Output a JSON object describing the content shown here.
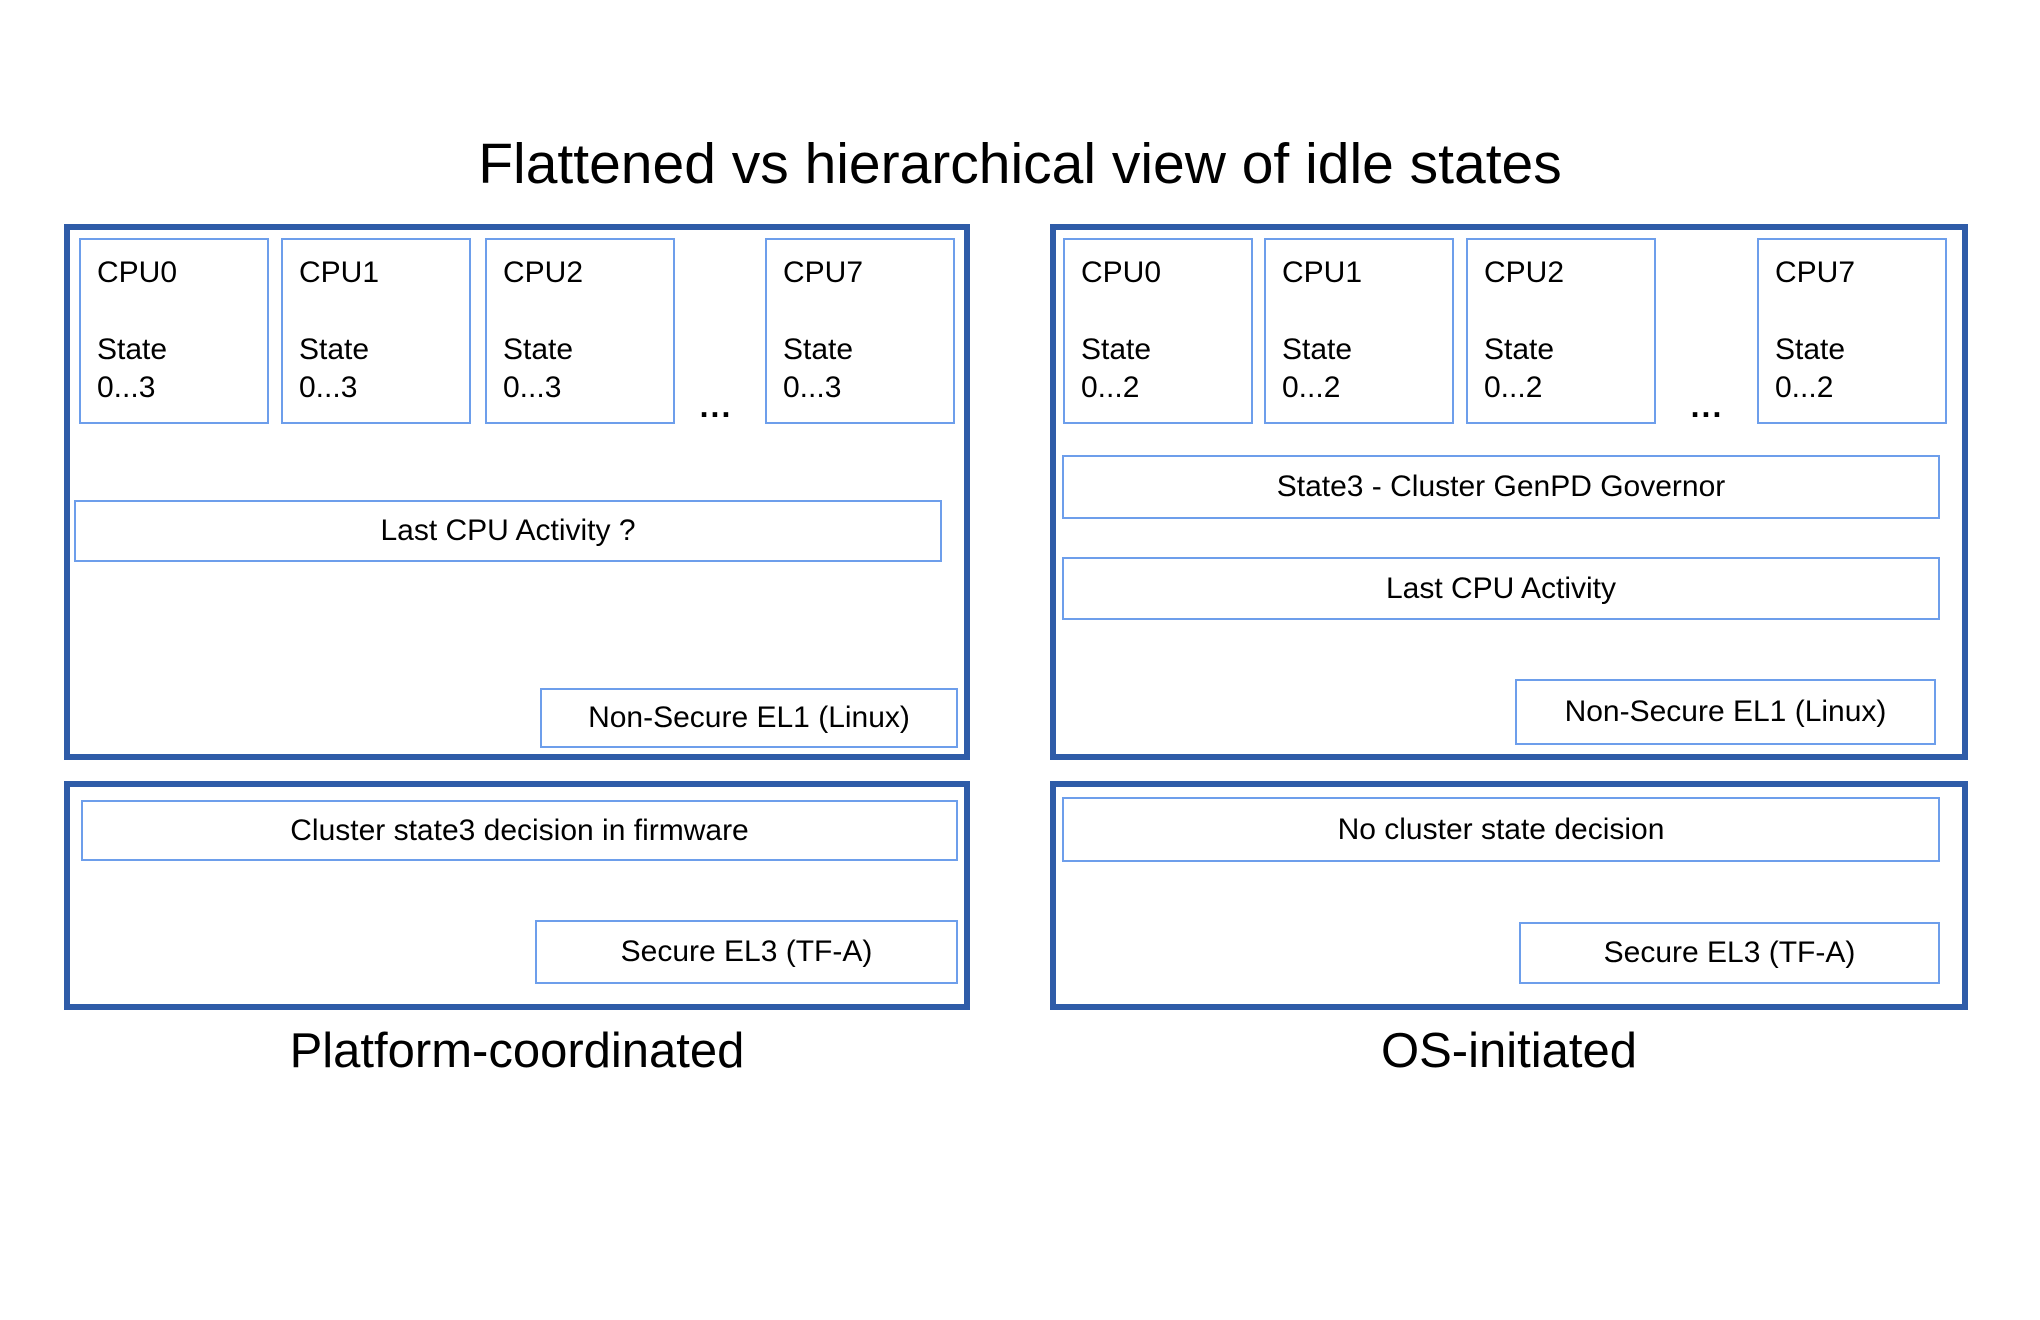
{
  "title": "Flattened vs hierarchical view of idle states",
  "colors": {
    "panel_border": "#2F5CA8",
    "box_border": "#6D9EEB",
    "text": "#000000",
    "background": "#FFFFFF"
  },
  "left": {
    "caption": "Platform-coordinated",
    "cpus": [
      {
        "name": "CPU0",
        "state_label": "State",
        "state_range": "0...3"
      },
      {
        "name": "CPU1",
        "state_label": "State",
        "state_range": "0...3"
      },
      {
        "name": "CPU2",
        "state_label": "State",
        "state_range": "0...3"
      },
      {
        "name": "CPU7",
        "state_label": "State",
        "state_range": "0...3"
      }
    ],
    "ellipsis": "...",
    "activity": "Last CPU Activity ?",
    "el1": "Non-Secure EL1 (Linux)",
    "decision": "Cluster state3 decision in firmware",
    "el3": "Secure EL3 (TF-A)"
  },
  "right": {
    "caption": "OS-initiated",
    "cpus": [
      {
        "name": "CPU0",
        "state_label": "State",
        "state_range": "0...2"
      },
      {
        "name": "CPU1",
        "state_label": "State",
        "state_range": "0...2"
      },
      {
        "name": "CPU2",
        "state_label": "State",
        "state_range": "0...2"
      },
      {
        "name": "CPU7",
        "state_label": "State",
        "state_range": "0...2"
      }
    ],
    "ellipsis": "...",
    "governor": "State3 - Cluster GenPD Governor",
    "activity": "Last CPU Activity",
    "el1": "Non-Secure EL1 (Linux)",
    "decision": "No cluster state decision",
    "el3": "Secure EL3 (TF-A)"
  }
}
